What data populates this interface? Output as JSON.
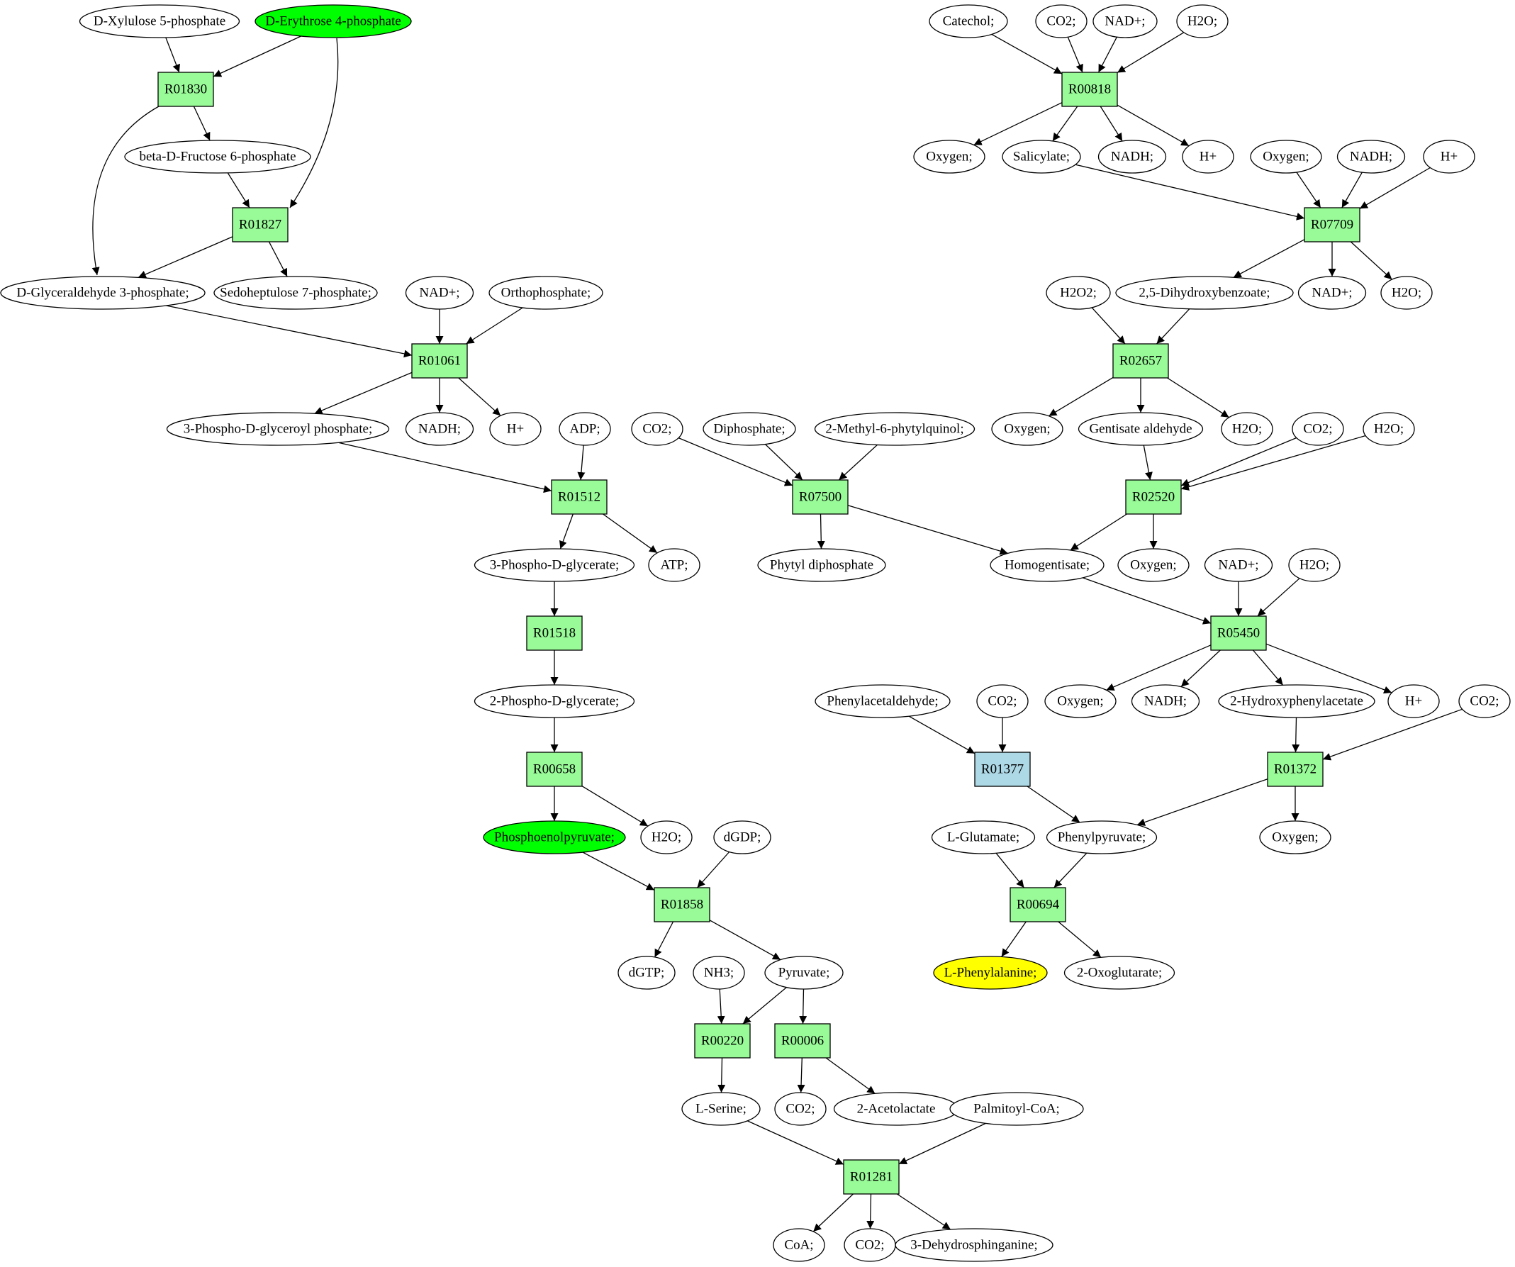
{
  "colors": {
    "reaction": "#98fb98",
    "reaction_alt": "#add8e6",
    "compound": "#ffffff",
    "source": "#00ff00",
    "target": "#ffff00",
    "stroke": "#000000"
  },
  "nodes": {
    "m_xylulose": {
      "label": "D-Xylulose 5-phosphate",
      "kind": "compound"
    },
    "m_erythrose": {
      "label": "D-Erythrose 4-phosphate",
      "kind": "source"
    },
    "r01830": {
      "label": "R01830",
      "kind": "reaction"
    },
    "m_fructose": {
      "label": "beta-D-Fructose 6-phosphate",
      "kind": "compound"
    },
    "r01827": {
      "label": "R01827",
      "kind": "reaction"
    },
    "m_g3p": {
      "label": "D-Glyceraldehyde 3-phosphate;",
      "kind": "compound"
    },
    "m_s7p": {
      "label": "Sedoheptulose 7-phosphate;",
      "kind": "compound"
    },
    "m_nadp_a": {
      "label": "NAD+;",
      "kind": "compound"
    },
    "m_ortho": {
      "label": "Orthophosphate;",
      "kind": "compound"
    },
    "r01061": {
      "label": "R01061",
      "kind": "reaction"
    },
    "m_3pgp": {
      "label": "3-Phospho-D-glyceroyl phosphate;",
      "kind": "compound"
    },
    "m_nadh_a": {
      "label": "NADH;",
      "kind": "compound"
    },
    "m_h_a": {
      "label": "H+",
      "kind": "compound"
    },
    "m_adp": {
      "label": "ADP;",
      "kind": "compound"
    },
    "r01512": {
      "label": "R01512",
      "kind": "reaction"
    },
    "m_3pg": {
      "label": "3-Phospho-D-glycerate;",
      "kind": "compound"
    },
    "m_atp": {
      "label": "ATP;",
      "kind": "compound"
    },
    "r01518": {
      "label": "R01518",
      "kind": "reaction"
    },
    "m_2pg": {
      "label": "2-Phospho-D-glycerate;",
      "kind": "compound"
    },
    "r00658": {
      "label": "R00658",
      "kind": "reaction"
    },
    "m_pep": {
      "label": "Phosphoenolpyruvate;",
      "kind": "source"
    },
    "m_h2o_a": {
      "label": "H2O;",
      "kind": "compound"
    },
    "m_dgdp": {
      "label": "dGDP;",
      "kind": "compound"
    },
    "r01858": {
      "label": "R01858",
      "kind": "reaction"
    },
    "m_dgtp": {
      "label": "dGTP;",
      "kind": "compound"
    },
    "m_nh3": {
      "label": "NH3;",
      "kind": "compound"
    },
    "m_pyruvate": {
      "label": "Pyruvate;",
      "kind": "compound"
    },
    "r00220": {
      "label": "R00220",
      "kind": "reaction"
    },
    "r00006": {
      "label": "R00006",
      "kind": "reaction"
    },
    "m_serine": {
      "label": "L-Serine;",
      "kind": "compound"
    },
    "m_co2_a": {
      "label": "CO2;",
      "kind": "compound"
    },
    "m_acetolactate": {
      "label": "2-Acetolactate",
      "kind": "compound"
    },
    "m_palmitoyl": {
      "label": "Palmitoyl-CoA;",
      "kind": "compound"
    },
    "r01281": {
      "label": "R01281",
      "kind": "reaction"
    },
    "m_coa": {
      "label": "CoA;",
      "kind": "compound"
    },
    "m_co2_b": {
      "label": "CO2;",
      "kind": "compound"
    },
    "m_dehydro": {
      "label": "3-Dehydrosphinganine;",
      "kind": "compound"
    },
    "m_catechol": {
      "label": "Catechol;",
      "kind": "compound"
    },
    "m_co2_c": {
      "label": "CO2;",
      "kind": "compound"
    },
    "m_nadp_b": {
      "label": "NAD+;",
      "kind": "compound"
    },
    "m_h2o_b": {
      "label": "H2O;",
      "kind": "compound"
    },
    "r00818": {
      "label": "R00818",
      "kind": "reaction"
    },
    "m_oxy_a": {
      "label": "Oxygen;",
      "kind": "compound"
    },
    "m_salicylate": {
      "label": "Salicylate;",
      "kind": "compound"
    },
    "m_nadh_b": {
      "label": "NADH;",
      "kind": "compound"
    },
    "m_h_b": {
      "label": "H+",
      "kind": "compound"
    },
    "m_oxy_b": {
      "label": "Oxygen;",
      "kind": "compound"
    },
    "m_nadh_c": {
      "label": "NADH;",
      "kind": "compound"
    },
    "m_h_c": {
      "label": "H+",
      "kind": "compound"
    },
    "r07709": {
      "label": "R07709",
      "kind": "reaction"
    },
    "m_h2o2": {
      "label": "H2O2;",
      "kind": "compound"
    },
    "m_dhb": {
      "label": "2,5-Dihydroxybenzoate;",
      "kind": "compound"
    },
    "m_nadp_c": {
      "label": "NAD+;",
      "kind": "compound"
    },
    "m_h2o_c": {
      "label": "H2O;",
      "kind": "compound"
    },
    "r02657": {
      "label": "R02657",
      "kind": "reaction"
    },
    "m_oxy_c": {
      "label": "Oxygen;",
      "kind": "compound"
    },
    "m_gentisald": {
      "label": "Gentisate aldehyde",
      "kind": "compound"
    },
    "m_h2o_d": {
      "label": "H2O;",
      "kind": "compound"
    },
    "m_co2_d": {
      "label": "CO2;",
      "kind": "compound"
    },
    "m_h2o_e": {
      "label": "H2O;",
      "kind": "compound"
    },
    "r02520": {
      "label": "R02520",
      "kind": "reaction"
    },
    "m_co2_e": {
      "label": "CO2;",
      "kind": "compound"
    },
    "m_diphosphate": {
      "label": "Diphosphate;",
      "kind": "compound"
    },
    "m_mpq": {
      "label": "2-Methyl-6-phytylquinol;",
      "kind": "compound"
    },
    "r07500": {
      "label": "R07500",
      "kind": "reaction"
    },
    "m_phytyl": {
      "label": "Phytyl diphosphate",
      "kind": "compound"
    },
    "m_homogentisate": {
      "label": "Homogentisate;",
      "kind": "compound"
    },
    "m_oxy_d": {
      "label": "Oxygen;",
      "kind": "compound"
    },
    "m_nadp_d": {
      "label": "NAD+;",
      "kind": "compound"
    },
    "m_h2o_f": {
      "label": "H2O;",
      "kind": "compound"
    },
    "r05450": {
      "label": "R05450",
      "kind": "reaction"
    },
    "m_oxy_e": {
      "label": "Oxygen;",
      "kind": "compound"
    },
    "m_nadh_d": {
      "label": "NADH;",
      "kind": "compound"
    },
    "m_2hpa": {
      "label": "2-Hydroxyphenylacetate",
      "kind": "compound"
    },
    "m_h_d": {
      "label": "H+",
      "kind": "compound"
    },
    "m_phenylacet": {
      "label": "Phenylacetaldehyde;",
      "kind": "compound"
    },
    "m_co2_f": {
      "label": "CO2;",
      "kind": "compound"
    },
    "m_co2_g": {
      "label": "CO2;",
      "kind": "compound"
    },
    "r01377": {
      "label": "R01377",
      "kind": "reaction_alt"
    },
    "r01372": {
      "label": "R01372",
      "kind": "reaction"
    },
    "m_glutamate": {
      "label": "L-Glutamate;",
      "kind": "compound"
    },
    "m_phenylpyr": {
      "label": "Phenylpyruvate;",
      "kind": "compound"
    },
    "m_oxy_f": {
      "label": "Oxygen;",
      "kind": "compound"
    },
    "r00694": {
      "label": "R00694",
      "kind": "reaction"
    },
    "m_phe": {
      "label": "L-Phenylalanine;",
      "kind": "target"
    },
    "m_oxoglut": {
      "label": "2-Oxoglutarate;",
      "kind": "compound"
    }
  },
  "edges": [
    [
      "m_xylulose",
      "r01830"
    ],
    [
      "m_erythrose",
      "r01830"
    ],
    [
      "m_erythrose",
      "r01827"
    ],
    [
      "r01830",
      "m_fructose"
    ],
    [
      "r01830",
      "m_g3p"
    ],
    [
      "m_fructose",
      "r01827"
    ],
    [
      "r01827",
      "m_g3p"
    ],
    [
      "r01827",
      "m_s7p"
    ],
    [
      "m_g3p",
      "r01061"
    ],
    [
      "m_nadp_a",
      "r01061"
    ],
    [
      "m_ortho",
      "r01061"
    ],
    [
      "r01061",
      "m_3pgp"
    ],
    [
      "r01061",
      "m_nadh_a"
    ],
    [
      "r01061",
      "m_h_a"
    ],
    [
      "m_3pgp",
      "r01512"
    ],
    [
      "m_adp",
      "r01512"
    ],
    [
      "r01512",
      "m_3pg"
    ],
    [
      "r01512",
      "m_atp"
    ],
    [
      "m_3pg",
      "r01518"
    ],
    [
      "r01518",
      "m_2pg"
    ],
    [
      "m_2pg",
      "r00658"
    ],
    [
      "r00658",
      "m_pep"
    ],
    [
      "r00658",
      "m_h2o_a"
    ],
    [
      "m_pep",
      "r01858"
    ],
    [
      "m_dgdp",
      "r01858"
    ],
    [
      "r01858",
      "m_dgtp"
    ],
    [
      "r01858",
      "m_pyruvate"
    ],
    [
      "m_nh3",
      "r00220"
    ],
    [
      "m_pyruvate",
      "r00220"
    ],
    [
      "m_pyruvate",
      "r00006"
    ],
    [
      "r00220",
      "m_serine"
    ],
    [
      "r00006",
      "m_co2_a"
    ],
    [
      "r00006",
      "m_acetolactate"
    ],
    [
      "m_serine",
      "r01281"
    ],
    [
      "m_palmitoyl",
      "r01281"
    ],
    [
      "r01281",
      "m_coa"
    ],
    [
      "r01281",
      "m_co2_b"
    ],
    [
      "r01281",
      "m_dehydro"
    ],
    [
      "m_catechol",
      "r00818"
    ],
    [
      "m_co2_c",
      "r00818"
    ],
    [
      "m_nadp_b",
      "r00818"
    ],
    [
      "m_h2o_b",
      "r00818"
    ],
    [
      "r00818",
      "m_oxy_a"
    ],
    [
      "r00818",
      "m_salicylate"
    ],
    [
      "r00818",
      "m_nadh_b"
    ],
    [
      "r00818",
      "m_h_b"
    ],
    [
      "m_salicylate",
      "r07709"
    ],
    [
      "m_oxy_b",
      "r07709"
    ],
    [
      "m_nadh_c",
      "r07709"
    ],
    [
      "m_h_c",
      "r07709"
    ],
    [
      "r07709",
      "m_dhb"
    ],
    [
      "r07709",
      "m_nadp_c"
    ],
    [
      "r07709",
      "m_h2o_c"
    ],
    [
      "m_h2o2",
      "r02657"
    ],
    [
      "m_dhb",
      "r02657"
    ],
    [
      "r02657",
      "m_oxy_c"
    ],
    [
      "r02657",
      "m_gentisald"
    ],
    [
      "r02657",
      "m_h2o_d"
    ],
    [
      "m_gentisald",
      "r02520"
    ],
    [
      "m_co2_d",
      "r02520"
    ],
    [
      "m_h2o_e",
      "r02520"
    ],
    [
      "r02520",
      "m_homogentisate"
    ],
    [
      "r02520",
      "m_oxy_d"
    ],
    [
      "m_co2_e",
      "r07500"
    ],
    [
      "m_diphosphate",
      "r07500"
    ],
    [
      "m_mpq",
      "r07500"
    ],
    [
      "r07500",
      "m_phytyl"
    ],
    [
      "r07500",
      "m_homogentisate"
    ],
    [
      "m_homogentisate",
      "r05450"
    ],
    [
      "m_nadp_d",
      "r05450"
    ],
    [
      "m_h2o_f",
      "r05450"
    ],
    [
      "r05450",
      "m_oxy_e"
    ],
    [
      "r05450",
      "m_nadh_d"
    ],
    [
      "r05450",
      "m_2hpa"
    ],
    [
      "r05450",
      "m_h_d"
    ],
    [
      "m_phenylacet",
      "r01377"
    ],
    [
      "m_co2_f",
      "r01377"
    ],
    [
      "r01377",
      "m_phenylpyr"
    ],
    [
      "m_2hpa",
      "r01372"
    ],
    [
      "m_co2_g",
      "r01372"
    ],
    [
      "r01372",
      "m_phenylpyr"
    ],
    [
      "r01372",
      "m_oxy_f"
    ],
    [
      "m_glutamate",
      "r00694"
    ],
    [
      "m_phenylpyr",
      "r00694"
    ],
    [
      "r00694",
      "m_phe"
    ],
    [
      "r00694",
      "m_oxoglut"
    ]
  ]
}
